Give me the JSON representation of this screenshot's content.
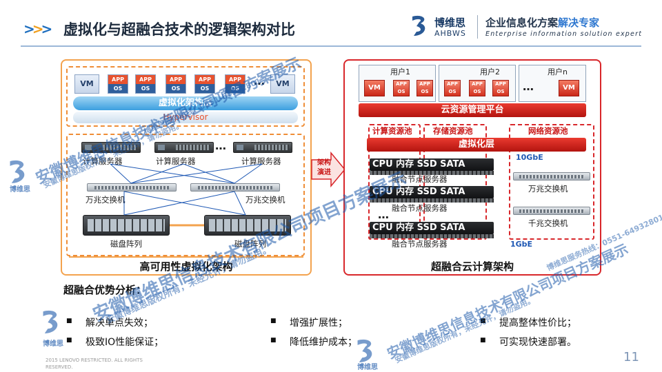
{
  "header": {
    "title": "虚拟化与超融合技术的逻辑架构对比",
    "logo_cn": "博维思",
    "logo_en": "AHBWS",
    "slogan_pre": "企业信息化方案",
    "slogan_hl": "解决专家",
    "slogan_en": "Enterprise information solution expert"
  },
  "left": {
    "vm_label": "VM",
    "app_label": "APP",
    "os_label": "OS",
    "dots": "…",
    "virt_layer": "虚拟化架构层",
    "hypervisor": "Hypervisor",
    "server_label": "计算服务器",
    "switch_label": "万兆交换机",
    "disk_label": "磁盘阵列",
    "title": "高可用性虚拟化架构"
  },
  "middle": {
    "arrow_text": "架构演进"
  },
  "right": {
    "users": [
      "用户1",
      "用户2",
      "用户n"
    ],
    "vm_label": "VM",
    "app_label": "APP",
    "os_label": "OS",
    "cloud_platform": "云资源管理平台",
    "pool_compute": "计算资源池",
    "pool_storage": "存储资源池",
    "pool_network": "网络资源池",
    "virt_layer": "虚拟化层",
    "node_text": "CPU 内存  SSD SATA",
    "node_label": "融合节点服务器",
    "dots": "…",
    "gbe10": "10GbE",
    "gbe1": "1GbE",
    "sw10": "万兆交换机",
    "sw1": "千兆交换机",
    "title": "超融合云计算架构"
  },
  "analysis": {
    "heading": "超融合优势分析：",
    "points": [
      "解决单点失效；",
      "增强扩展性；",
      "提高整体性价比；",
      "极致IO性能保证；",
      "降低维护成本；",
      "可实现快速部署。"
    ]
  },
  "footer": {
    "copyright": "2015 LENOVO RESTRICTED.  ALL RIGHTS RESERVED.",
    "page_no": "11"
  },
  "watermark": {
    "company": "安徽博维思信息技术有限公司项目方案展示",
    "notice": "安徽博维思版权所有，未经允许，请勿盗用。",
    "hotline": "博维思服务热线：0551-64932801",
    "mark_text": "博维思"
  },
  "colors": {
    "accent_blue": "#1f6fbf",
    "accent_orange": "#f3a24d",
    "accent_red": "#d8262a"
  }
}
